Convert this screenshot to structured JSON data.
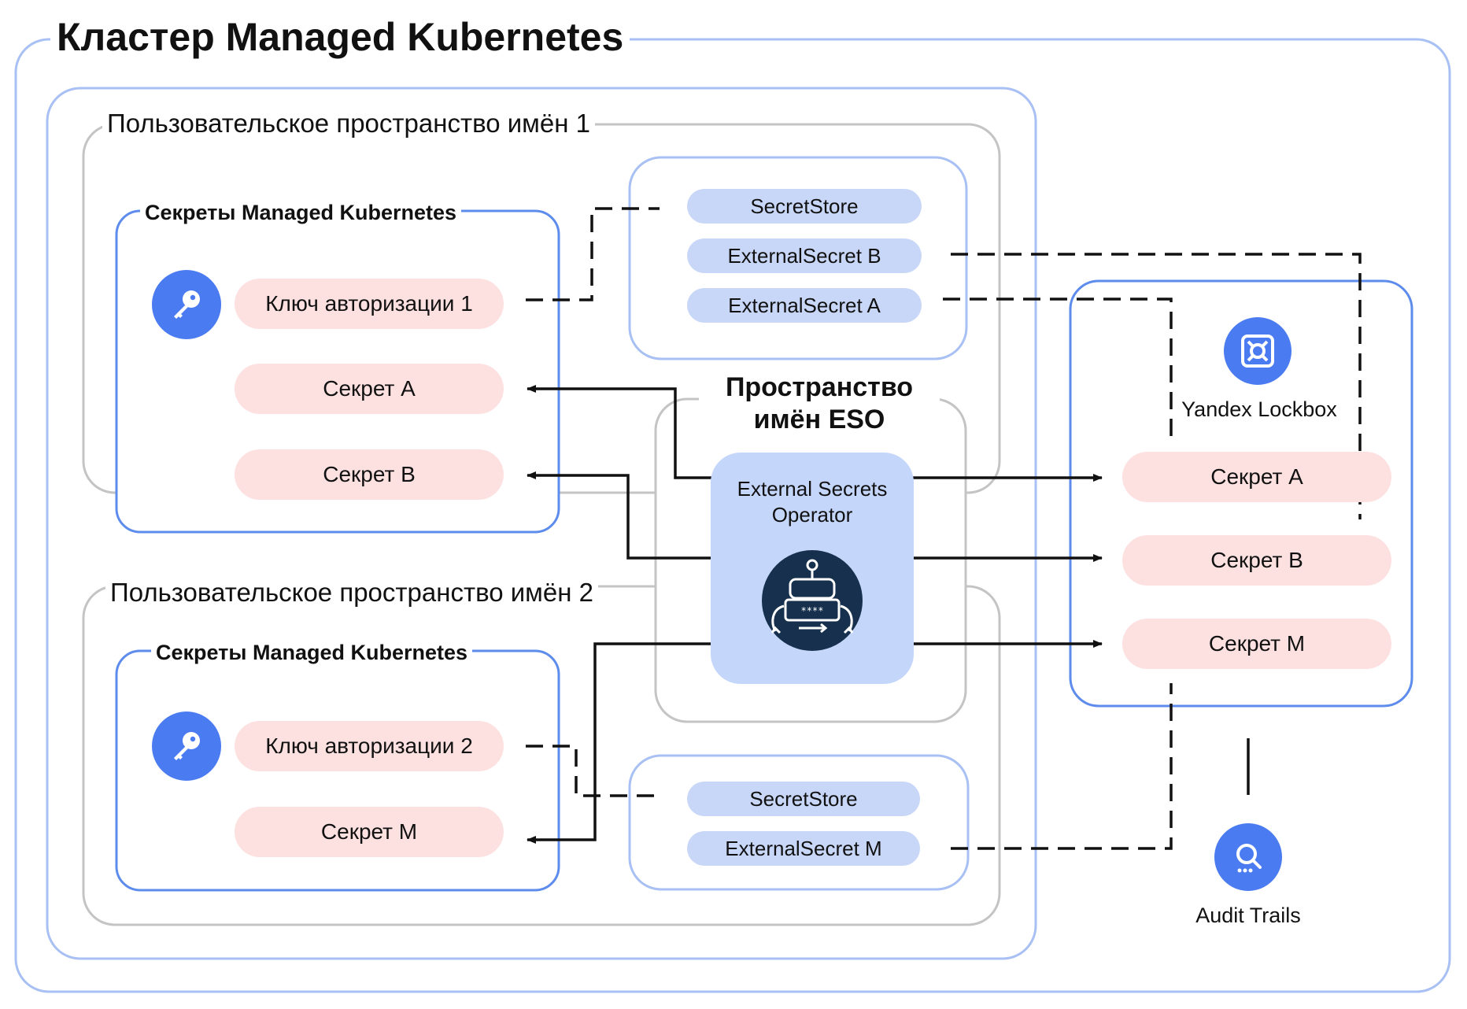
{
  "cluster": {
    "title": "Кластер Managed Kubernetes"
  },
  "namespace1": {
    "title": "Пользовательское пространство имён 1",
    "secrets_group": {
      "title": "Секреты Managed Kubernetes",
      "auth_key": "Ключ авторизации 1",
      "secrets": [
        "Секрет А",
        "Секрет B"
      ]
    },
    "resources": [
      "SecretStore",
      "ExternalSecret B",
      "ExternalSecret A"
    ]
  },
  "namespace2": {
    "title": "Пользовательское пространство имён 2",
    "secrets_group": {
      "title": "Секреты Managed Kubernetes",
      "auth_key": "Ключ авторизации 2",
      "secrets": [
        "Секрет M"
      ]
    },
    "resources": [
      "SecretStore",
      "ExternalSecret M"
    ]
  },
  "eso_namespace": {
    "title": "Пространство\nимён ESO",
    "operator": {
      "label": "External Secrets\nOperator",
      "icon": "robot-icon"
    }
  },
  "lockbox": {
    "label": "Yandex Lockbox",
    "icon": "lockbox-icon",
    "secrets": [
      "Секрет А",
      "Секрет B",
      "Секрет M"
    ]
  },
  "audit_trails": {
    "label": "Audit Trails",
    "icon": "audit-trails-icon"
  },
  "colors": {
    "frame_blue": "#7ea3f2",
    "frame_gray": "#c4c4c4",
    "secret_pink": "#fde1e1",
    "resource_blue": "#c8d7f8",
    "operator_fill": "#c5d6fb",
    "icon_blue": "#4a7bf0",
    "robot_navy": "#16304d"
  }
}
